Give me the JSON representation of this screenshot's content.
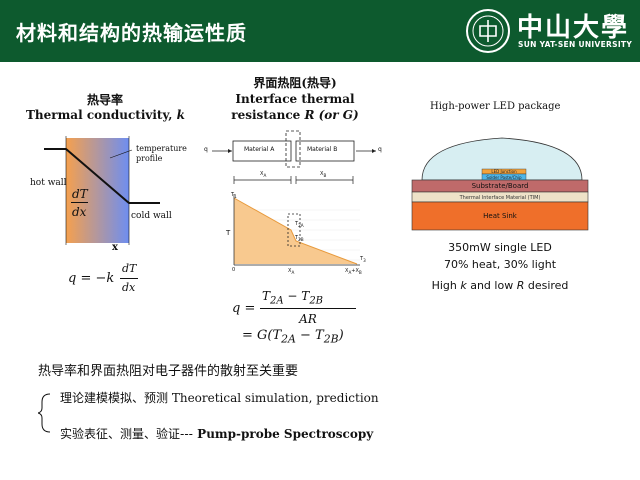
{
  "header": {
    "title": "材料和结构的热输运性质",
    "logo_cn": "中山大學",
    "logo_en": "SUN YAT-SEN UNIVERSITY"
  },
  "colors": {
    "header_bg": "#0d5a2e",
    "gradient_hot": "#f5a04e",
    "gradient_cold": "#6e8ef0",
    "orange_fill": "#f8c98f"
  },
  "left_panel": {
    "title_cn": "热导率",
    "title_en": "Thermal conductivity, ",
    "title_var": "k",
    "hot_wall": "hot wall",
    "cold_wall": "cold wall",
    "temp_profile_1": "temperature",
    "temp_profile_2": "profile",
    "dT": "dT",
    "dx": "dx",
    "x_axis": "x",
    "formula_lhs": "q = −k",
    "formula_num": "dT",
    "formula_den": "dx"
  },
  "middle_panel": {
    "title_cn": "界面热阻(热导)",
    "title_en_1": "Interface thermal",
    "title_en_2": "resistance ",
    "title_var": "R (or G)",
    "material_a": "Material A",
    "material_b": "Material B",
    "q_left": "q",
    "q_right": "q",
    "x_a": "X",
    "x_b": "X",
    "t_axis": "T",
    "t_one": "T",
    "t_two": "T",
    "t_2a": "T",
    "t_2b": "T",
    "origin": "0",
    "x_a_tick": "X",
    "x_ab_tick": "X",
    "formula_q": "q =",
    "formula_num": "T",
    "formula_num_minus": " − ",
    "formula_num_b": "T",
    "formula_den": "AR",
    "formula_eq2": "= G(T",
    "formula_eq2_mid": " − T",
    "formula_eq2_end": ")",
    "sub_2a": "2A",
    "sub_2b": "2B"
  },
  "right_panel": {
    "title": "High-power LED package",
    "led_junction": "LED Junction",
    "solder_paste": "Solder Paste/Chip",
    "substrate": "Substrate/Board",
    "tim": "Thermal Interface Material (TIM)",
    "heat_sink": "Heat Sink",
    "caption_1": "350mW single LED",
    "caption_2": "70% heat, 30% light",
    "caption_3a": "High ",
    "caption_3k": "k",
    "caption_3b": " and low ",
    "caption_3r": "R",
    "caption_3c": " desired"
  },
  "bottom": {
    "statement": "热导率和界面热阻对电子器件的散射至关重要",
    "item1_cn": "理论建模模拟、预测",
    "item1_en": " Theoretical simulation,  prediction",
    "item2_cn": "实验表征、测量、验证---",
    "item2_en": " Pump-probe  Spectroscopy"
  }
}
